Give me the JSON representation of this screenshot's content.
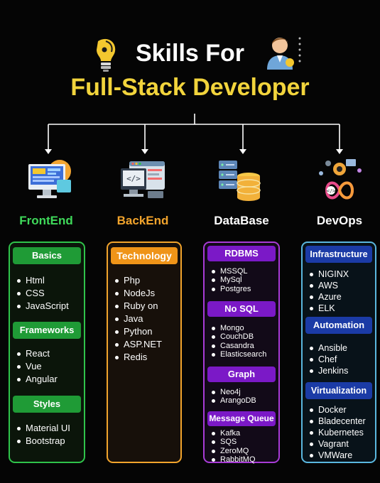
{
  "header": {
    "line1": "Skills For",
    "line2": "Full-Stack Developer"
  },
  "icons": {
    "title_left": "lightbulb-head-icon",
    "title_right": "developer-avatar-icon",
    "frontend": "web-design-monitor-icon",
    "backend": "code-window-icon",
    "database": "database-server-icon",
    "devops": "devops-infinity-icon"
  },
  "colors": {
    "frontend": "#2fc34a",
    "backend": "#f2a42c",
    "database": "#a83bd6",
    "devops": "#5ab7df",
    "title_accent": "#f2d43c"
  },
  "frontend": {
    "title": "FrontEnd",
    "sections": [
      {
        "label": "Basics",
        "items": [
          "Html",
          "CSS",
          "JavaScript"
        ]
      },
      {
        "label": "Frameworks",
        "items": [
          "React",
          "Vue",
          "Angular"
        ]
      },
      {
        "label": "Styles",
        "items": [
          "Material UI",
          "Bootstrap"
        ]
      }
    ]
  },
  "backend": {
    "title": "BackEnd",
    "sections": [
      {
        "label": "Technology",
        "items": [
          "Php",
          "NodeJs",
          "Ruby on",
          "Java",
          "Python",
          "ASP.NET",
          "Redis"
        ]
      }
    ]
  },
  "database": {
    "title": "DataBase",
    "sections": [
      {
        "label": "RDBMS",
        "items": [
          "MSSQL",
          "MySql",
          "Postgres"
        ]
      },
      {
        "label": "No SQL",
        "items": [
          "Mongo",
          "CouchDB",
          "Casandra",
          "Elasticsearch"
        ]
      },
      {
        "label": "Graph",
        "items": [
          "Neo4j",
          "ArangoDB"
        ]
      },
      {
        "label": "Message Queue",
        "items": [
          "Kafka",
          "SQS",
          "ZeroMQ",
          "RabbitMQ"
        ]
      }
    ]
  },
  "devops": {
    "title": "DevOps",
    "sections": [
      {
        "label": "Infrastructure",
        "items": [
          "NIGINX",
          "AWS",
          "Azure",
          "ELK"
        ]
      },
      {
        "label": "Automation",
        "items": [
          "Ansible",
          "Chef",
          "Jenkins"
        ]
      },
      {
        "label": "Virtualization",
        "items": [
          "Docker",
          "Bladecenter",
          "Kubernetes",
          "Vagrant",
          "VMWare"
        ]
      }
    ]
  }
}
